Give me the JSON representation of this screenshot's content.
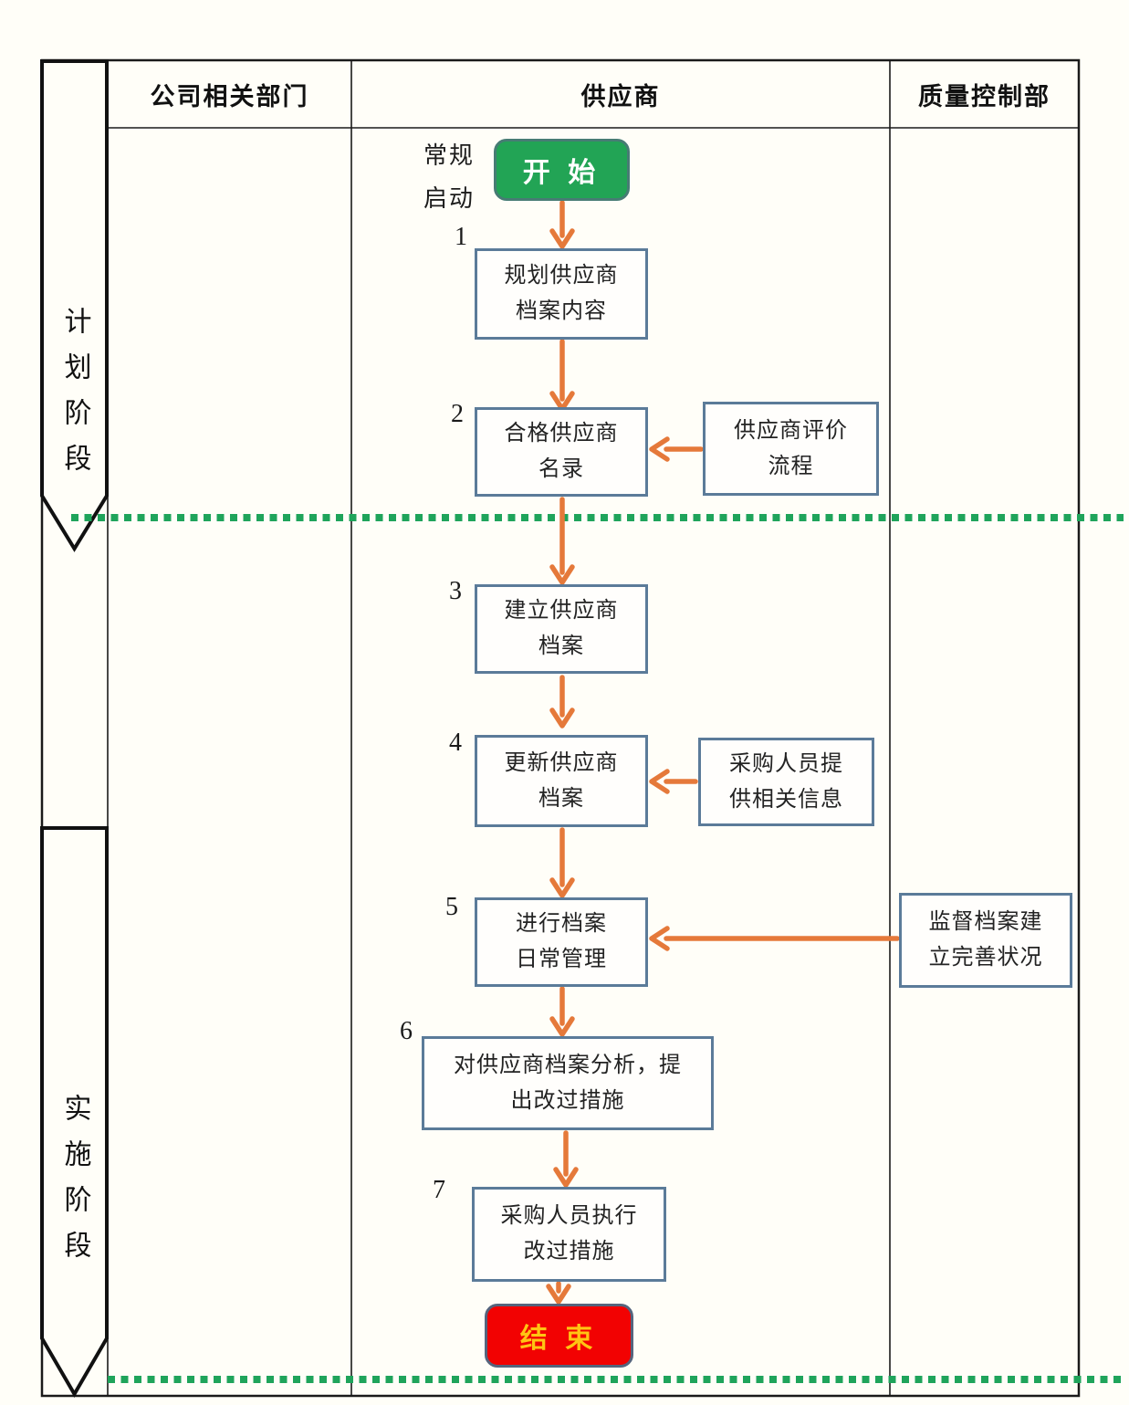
{
  "colors": {
    "arrow": "#E5793A",
    "box_border": "#5B7B99",
    "start_fill": "#22A455",
    "start_border": "#477C74",
    "start_text": "#FFFFFF",
    "end_fill": "#F20202",
    "end_border": "#55647D",
    "end_text": "#FFC413",
    "phase_divider": "#1FA45B",
    "table_line": "#1A1A1A",
    "text": "#222222"
  },
  "header": {
    "columns": [
      "公司相关部门",
      "供应商",
      "质量控制部"
    ]
  },
  "phases": [
    {
      "label": "计划阶段"
    },
    {
      "label": "实施阶段"
    }
  ],
  "trigger_note": {
    "lines": [
      "常规",
      "启动"
    ]
  },
  "start": {
    "label": "开 始"
  },
  "end": {
    "label": "结 束"
  },
  "steps": [
    {
      "num": "1",
      "lines": [
        "规划供应商",
        "档案内容"
      ]
    },
    {
      "num": "2",
      "lines": [
        "合格供应商",
        "名录"
      ]
    },
    {
      "num": "3",
      "lines": [
        "建立供应商",
        "档案"
      ]
    },
    {
      "num": "4",
      "lines": [
        "更新供应商",
        "档案"
      ]
    },
    {
      "num": "5",
      "lines": [
        "进行档案",
        "日常管理"
      ]
    },
    {
      "num": "6",
      "lines": [
        "对供应商档案分析，提",
        "出改过措施"
      ]
    },
    {
      "num": "7",
      "lines": [
        "采购人员执行",
        "改过措施"
      ]
    }
  ],
  "side_notes": [
    {
      "lines": [
        "供应商评价",
        "流程"
      ]
    },
    {
      "lines": [
        "采购人员提",
        "供相关信息"
      ]
    },
    {
      "lines": [
        "监督档案建",
        "立完善状况"
      ]
    }
  ]
}
